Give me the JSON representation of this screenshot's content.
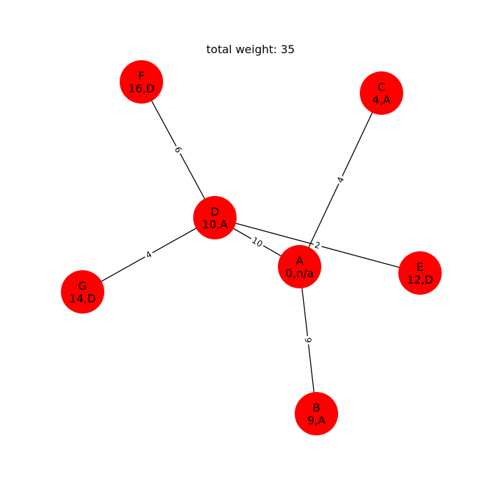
{
  "title": "total weight: 35",
  "colors": {
    "node_fill": "#ff0000",
    "edge": "#000000",
    "label_background": "#ffffff",
    "text": "#000000"
  },
  "nodes": [
    {
      "id": "A",
      "name": "A",
      "info": "0,n/a"
    },
    {
      "id": "B",
      "name": "B",
      "info": "9,A"
    },
    {
      "id": "C",
      "name": "C",
      "info": "4,A"
    },
    {
      "id": "D",
      "name": "D",
      "info": "10,A"
    },
    {
      "id": "E",
      "name": "E",
      "info": "12,D"
    },
    {
      "id": "F",
      "name": "F",
      "info": "16,D"
    },
    {
      "id": "G",
      "name": "G",
      "info": "14,D"
    }
  ],
  "edges": [
    {
      "source": "A",
      "target": "B",
      "weight": "9"
    },
    {
      "source": "A",
      "target": "C",
      "weight": "4"
    },
    {
      "source": "A",
      "target": "D",
      "weight": "10"
    },
    {
      "source": "D",
      "target": "E",
      "weight": "2"
    },
    {
      "source": "D",
      "target": "F",
      "weight": "6"
    },
    {
      "source": "D",
      "target": "G",
      "weight": "4"
    }
  ]
}
